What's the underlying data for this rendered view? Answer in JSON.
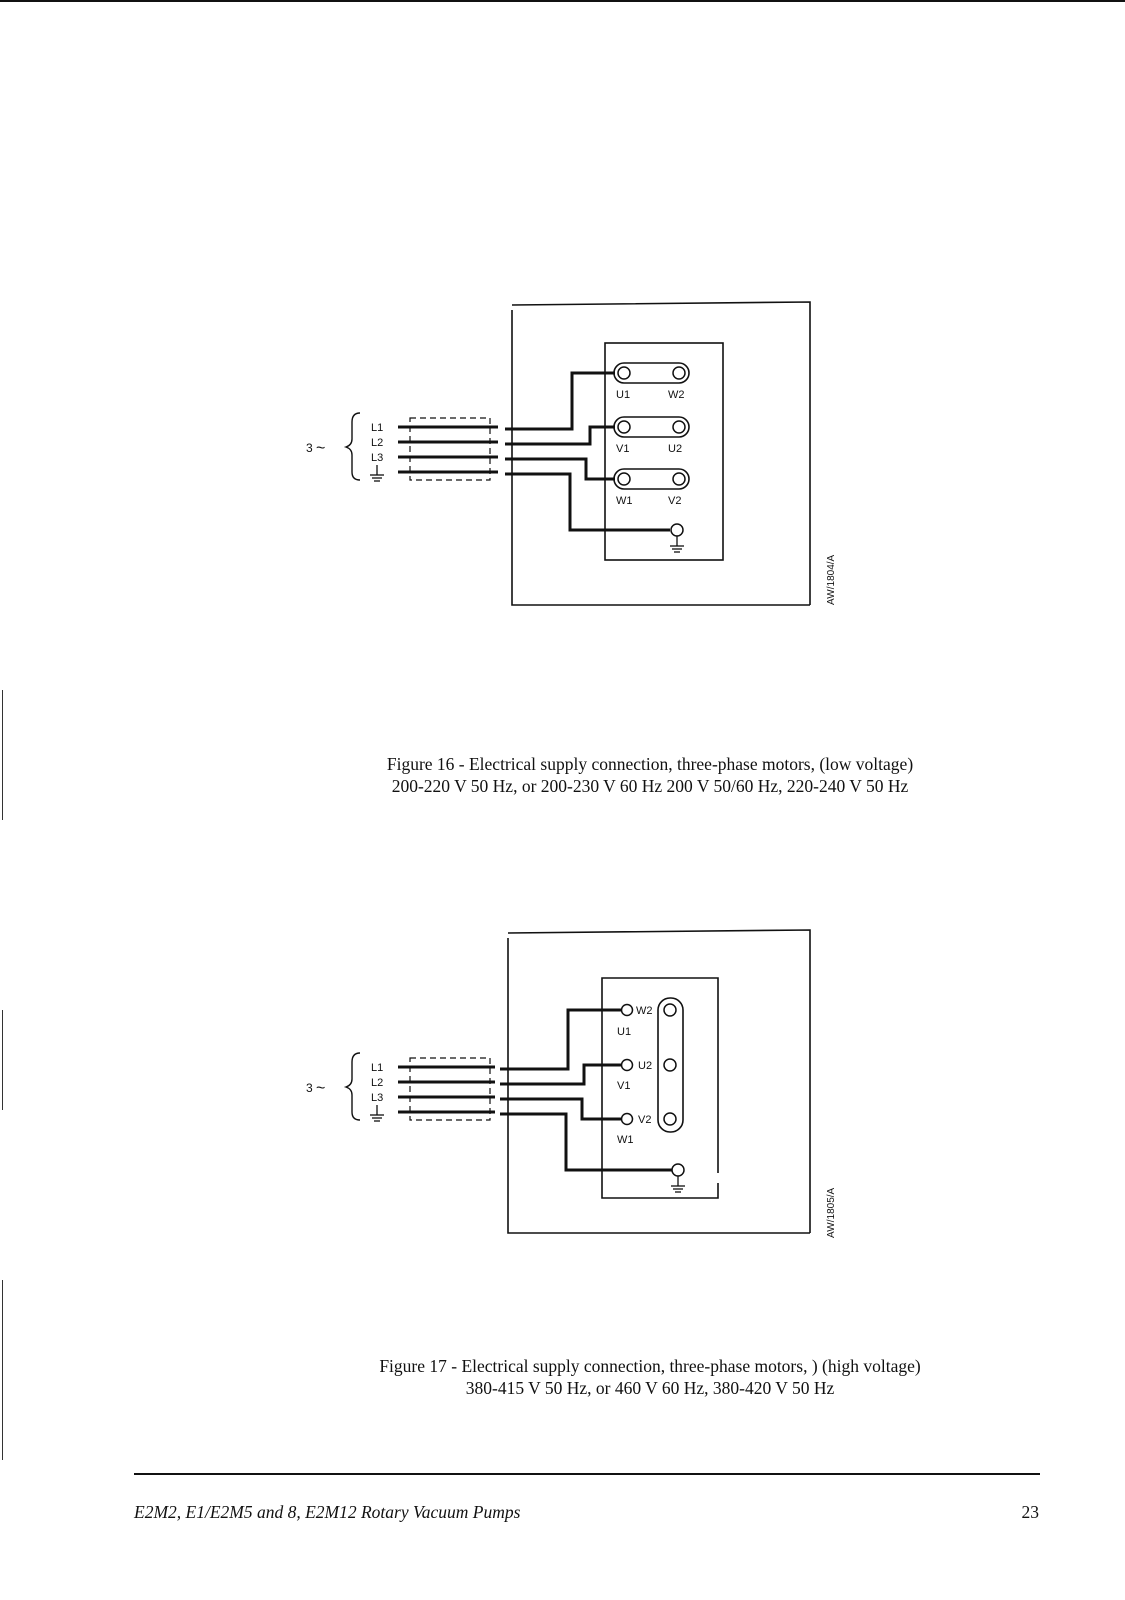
{
  "figure16": {
    "caption_line1": "Figure 16 - Electrical supply connection, three-phase motors, (low voltage)",
    "caption_line2": "200-220 V 50 Hz, or 200-230 V 60 Hz 200 V 50/60 Hz, 220-240 V 50 Hz",
    "drawing_ref": "AW/1804/A",
    "supply_label": "3",
    "supply_symbol": "~",
    "lines": [
      "L1",
      "L2",
      "L3"
    ],
    "terminals": [
      "U1",
      "W2",
      "V1",
      "U2",
      "W1",
      "V2"
    ]
  },
  "figure17": {
    "caption_line1": "Figure 17 - Electrical supply connection, three-phase motors, ) (high voltage)",
    "caption_line2": "380-415 V 50 Hz, or 460 V 60 Hz, 380-420 V 50 Hz",
    "drawing_ref": "AW/1805/A",
    "supply_label": "3",
    "supply_symbol": "~",
    "lines": [
      "L1",
      "L2",
      "L3"
    ],
    "terminals": [
      "W2",
      "U1",
      "U2",
      "V1",
      "V2",
      "W1"
    ]
  },
  "footer": {
    "title": "E2M2, E1/E2M5 and 8, E2M12 Rotary Vacuum Pumps",
    "page_number": "23"
  }
}
